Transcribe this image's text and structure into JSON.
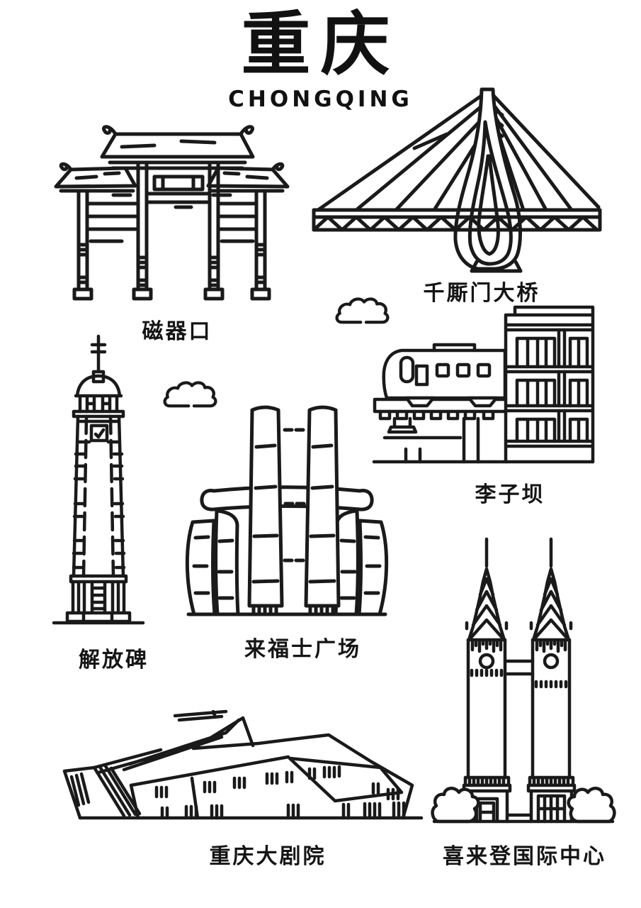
{
  "title": {
    "zh": "重庆",
    "en": "CHONGQING"
  },
  "landmarks": [
    {
      "id": "ciqikou",
      "label": "磁器口"
    },
    {
      "id": "qiansimen-bridge",
      "label": "千厮门大桥"
    },
    {
      "id": "jiefangbei",
      "label": "解放碑"
    },
    {
      "id": "raffles-city",
      "label": "来福士广场"
    },
    {
      "id": "liziba",
      "label": "李子坝"
    },
    {
      "id": "grand-theatre",
      "label": "重庆大剧院"
    },
    {
      "id": "sheraton-center",
      "label": "喜来登国际中心"
    }
  ],
  "decorations": [
    {
      "id": "cloud-1"
    },
    {
      "id": "cloud-2"
    }
  ],
  "colors": {
    "ink": "#1a1a1a",
    "background": "#ffffff"
  }
}
